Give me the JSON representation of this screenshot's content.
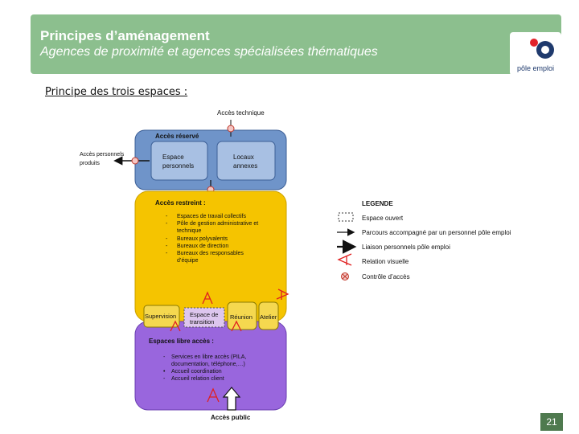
{
  "header": {
    "title": "Principes d’aménagement",
    "subtitle": "Agences de proximité et agences spécialisées thématiques",
    "logo_text": "pôle emploi"
  },
  "section_title": "Principe des trois espaces :",
  "diagram": {
    "acces_technique": "Accès technique",
    "acces_personnels_produits": [
      "Accès personnels",
      "produits"
    ],
    "acces_reserve": {
      "title": "Accès réservé",
      "espace_personnels": [
        "Espace",
        "personnels"
      ],
      "locaux_annexes": [
        "Locaux",
        "annexes"
      ]
    },
    "acces_restreint": {
      "title": "Accès restreint :",
      "items": [
        [
          "Espaces de travail collectifs"
        ],
        [
          "Pôle de gestion administrative et",
          "technique"
        ],
        [
          "Bureaux polyvalents"
        ],
        [
          "Bureaux de direction"
        ],
        [
          "Bureaux des responsables",
          "d’équipe"
        ]
      ]
    },
    "supervision": "Supervision",
    "espace_transition": [
      "Espace de",
      "transition"
    ],
    "reunion": "Réunion",
    "atelier": "Atelier",
    "espaces_libre_acces": {
      "title": "Espaces libre accès :",
      "items": [
        [
          "Services en libre accès (PILA,",
          "documentation, téléphone,…)"
        ],
        [
          "Accueil coordination"
        ],
        [
          "Accueil relation client"
        ]
      ]
    },
    "acces_public": "Accès public"
  },
  "legend": {
    "title": "LEGENDE",
    "items": [
      "Espace ouvert",
      "Parcours accompagné par un personnel pôle emploi",
      "Liaison personnels pôle emploi",
      "Relation visuelle",
      "Contrôle d’accès"
    ]
  },
  "page_number": "21",
  "colors": {
    "header_green": "#8cbf8e",
    "reserve_blue": "#6f94c9",
    "restreint_yellow": "#f5c400",
    "libre_purple": "#9966dd",
    "control_red": "#d9534f",
    "visual_red": "#e02020"
  }
}
